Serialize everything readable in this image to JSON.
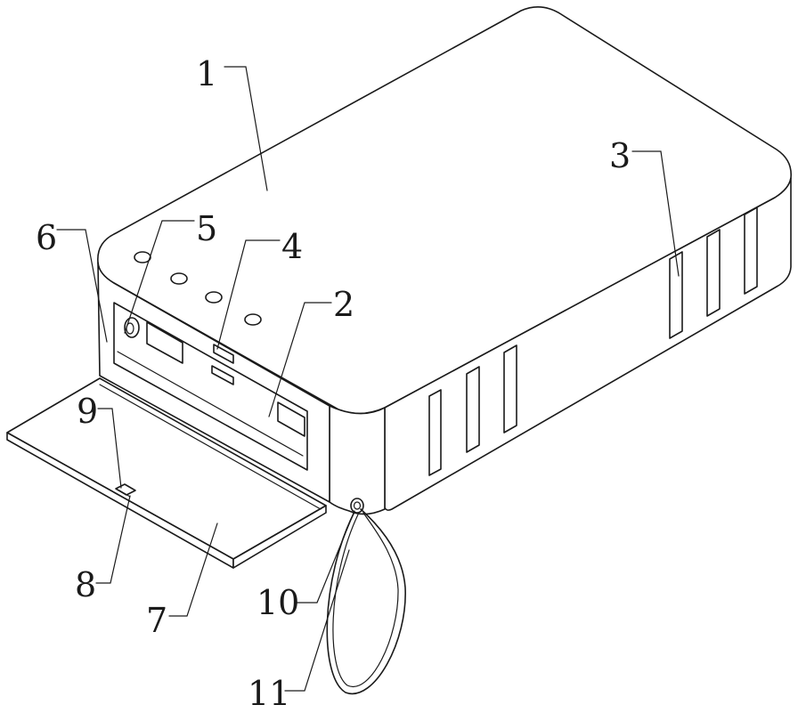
{
  "labels": {
    "n1": "1",
    "n2": "2",
    "n3": "3",
    "n4": "4",
    "n5": "5",
    "n6": "6",
    "n7": "7",
    "n8": "8",
    "n9": "9",
    "n10": "10",
    "n11": "11"
  },
  "colors": {
    "line": "#1a1a1a",
    "background": "#ffffff"
  }
}
